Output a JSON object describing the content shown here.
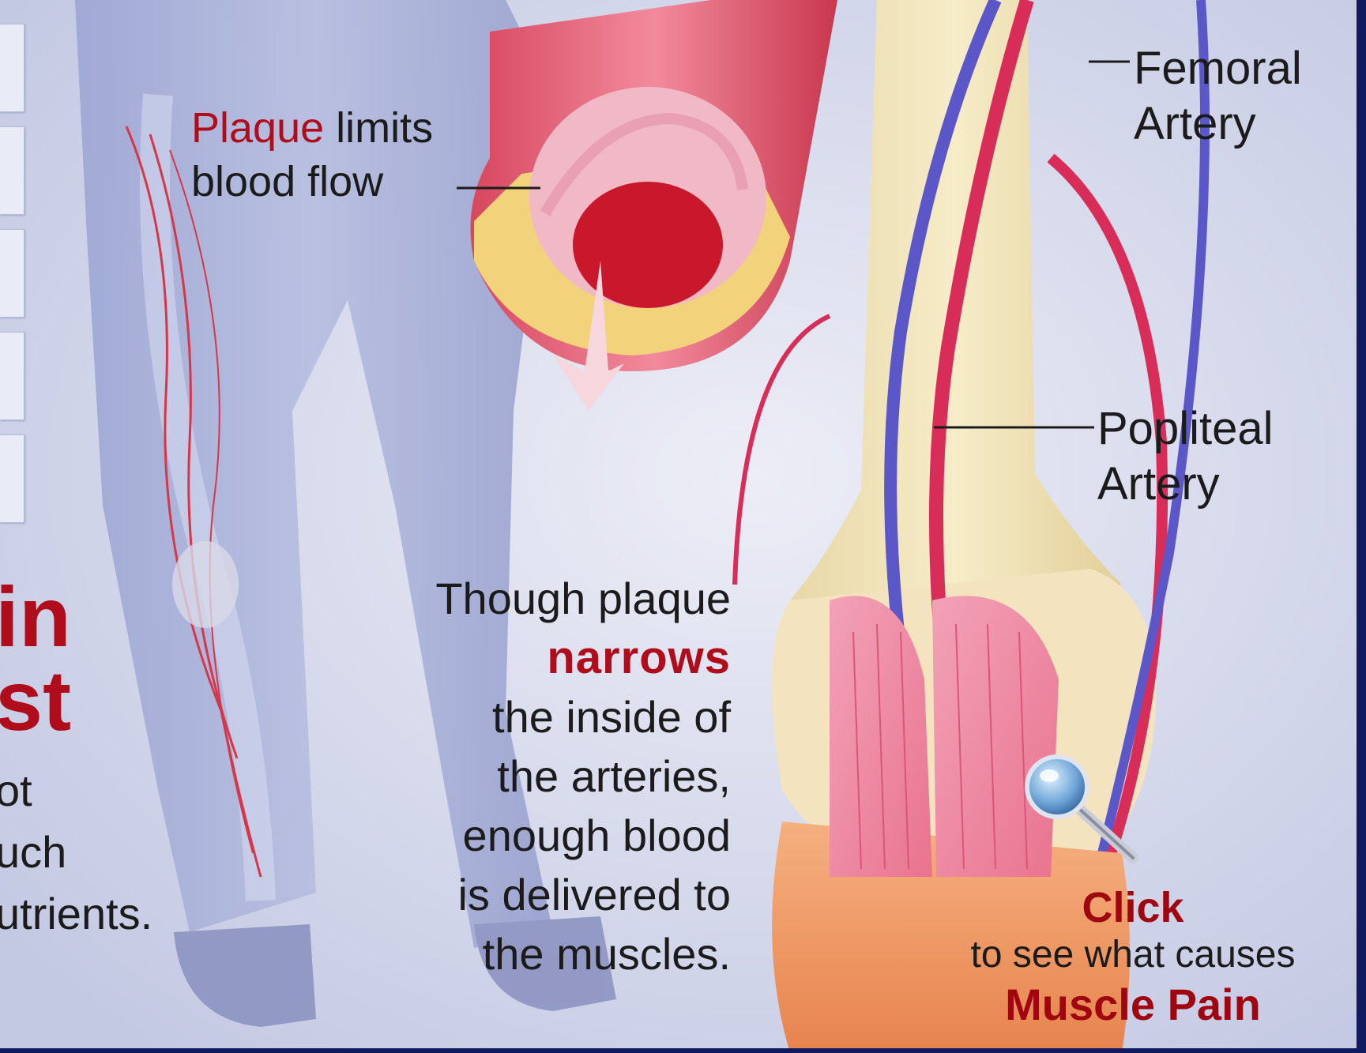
{
  "colors": {
    "accent_red": "#b00d1c",
    "frame_navy": "#101a5e",
    "background": "#d6daea"
  },
  "labels": {
    "plaque_word": "Plaque",
    "plaque_rest": " limits",
    "plaque_line2": "blood flow",
    "femoral_line1": "Femoral",
    "femoral_line2": "Artery",
    "popliteal_line1": "Popliteal",
    "popliteal_line2": "Artery"
  },
  "explanation": {
    "line1": "Though plaque",
    "keyword": "narrows",
    "line3": "the inside of",
    "line4": "the arteries,",
    "line5": "enough blood",
    "line6": "is delivered to",
    "line7": "the muscles."
  },
  "left_panel": {
    "heading_line1": "in",
    "heading_line2": "st",
    "body_line1": "ot",
    "body_line2": "uch",
    "body_line3": "utrients."
  },
  "cta": {
    "title": "Click",
    "subtitle": "to see what causes",
    "target": "Muscle Pain",
    "icon": "magnifier-icon"
  },
  "side_tabs_count": 5
}
